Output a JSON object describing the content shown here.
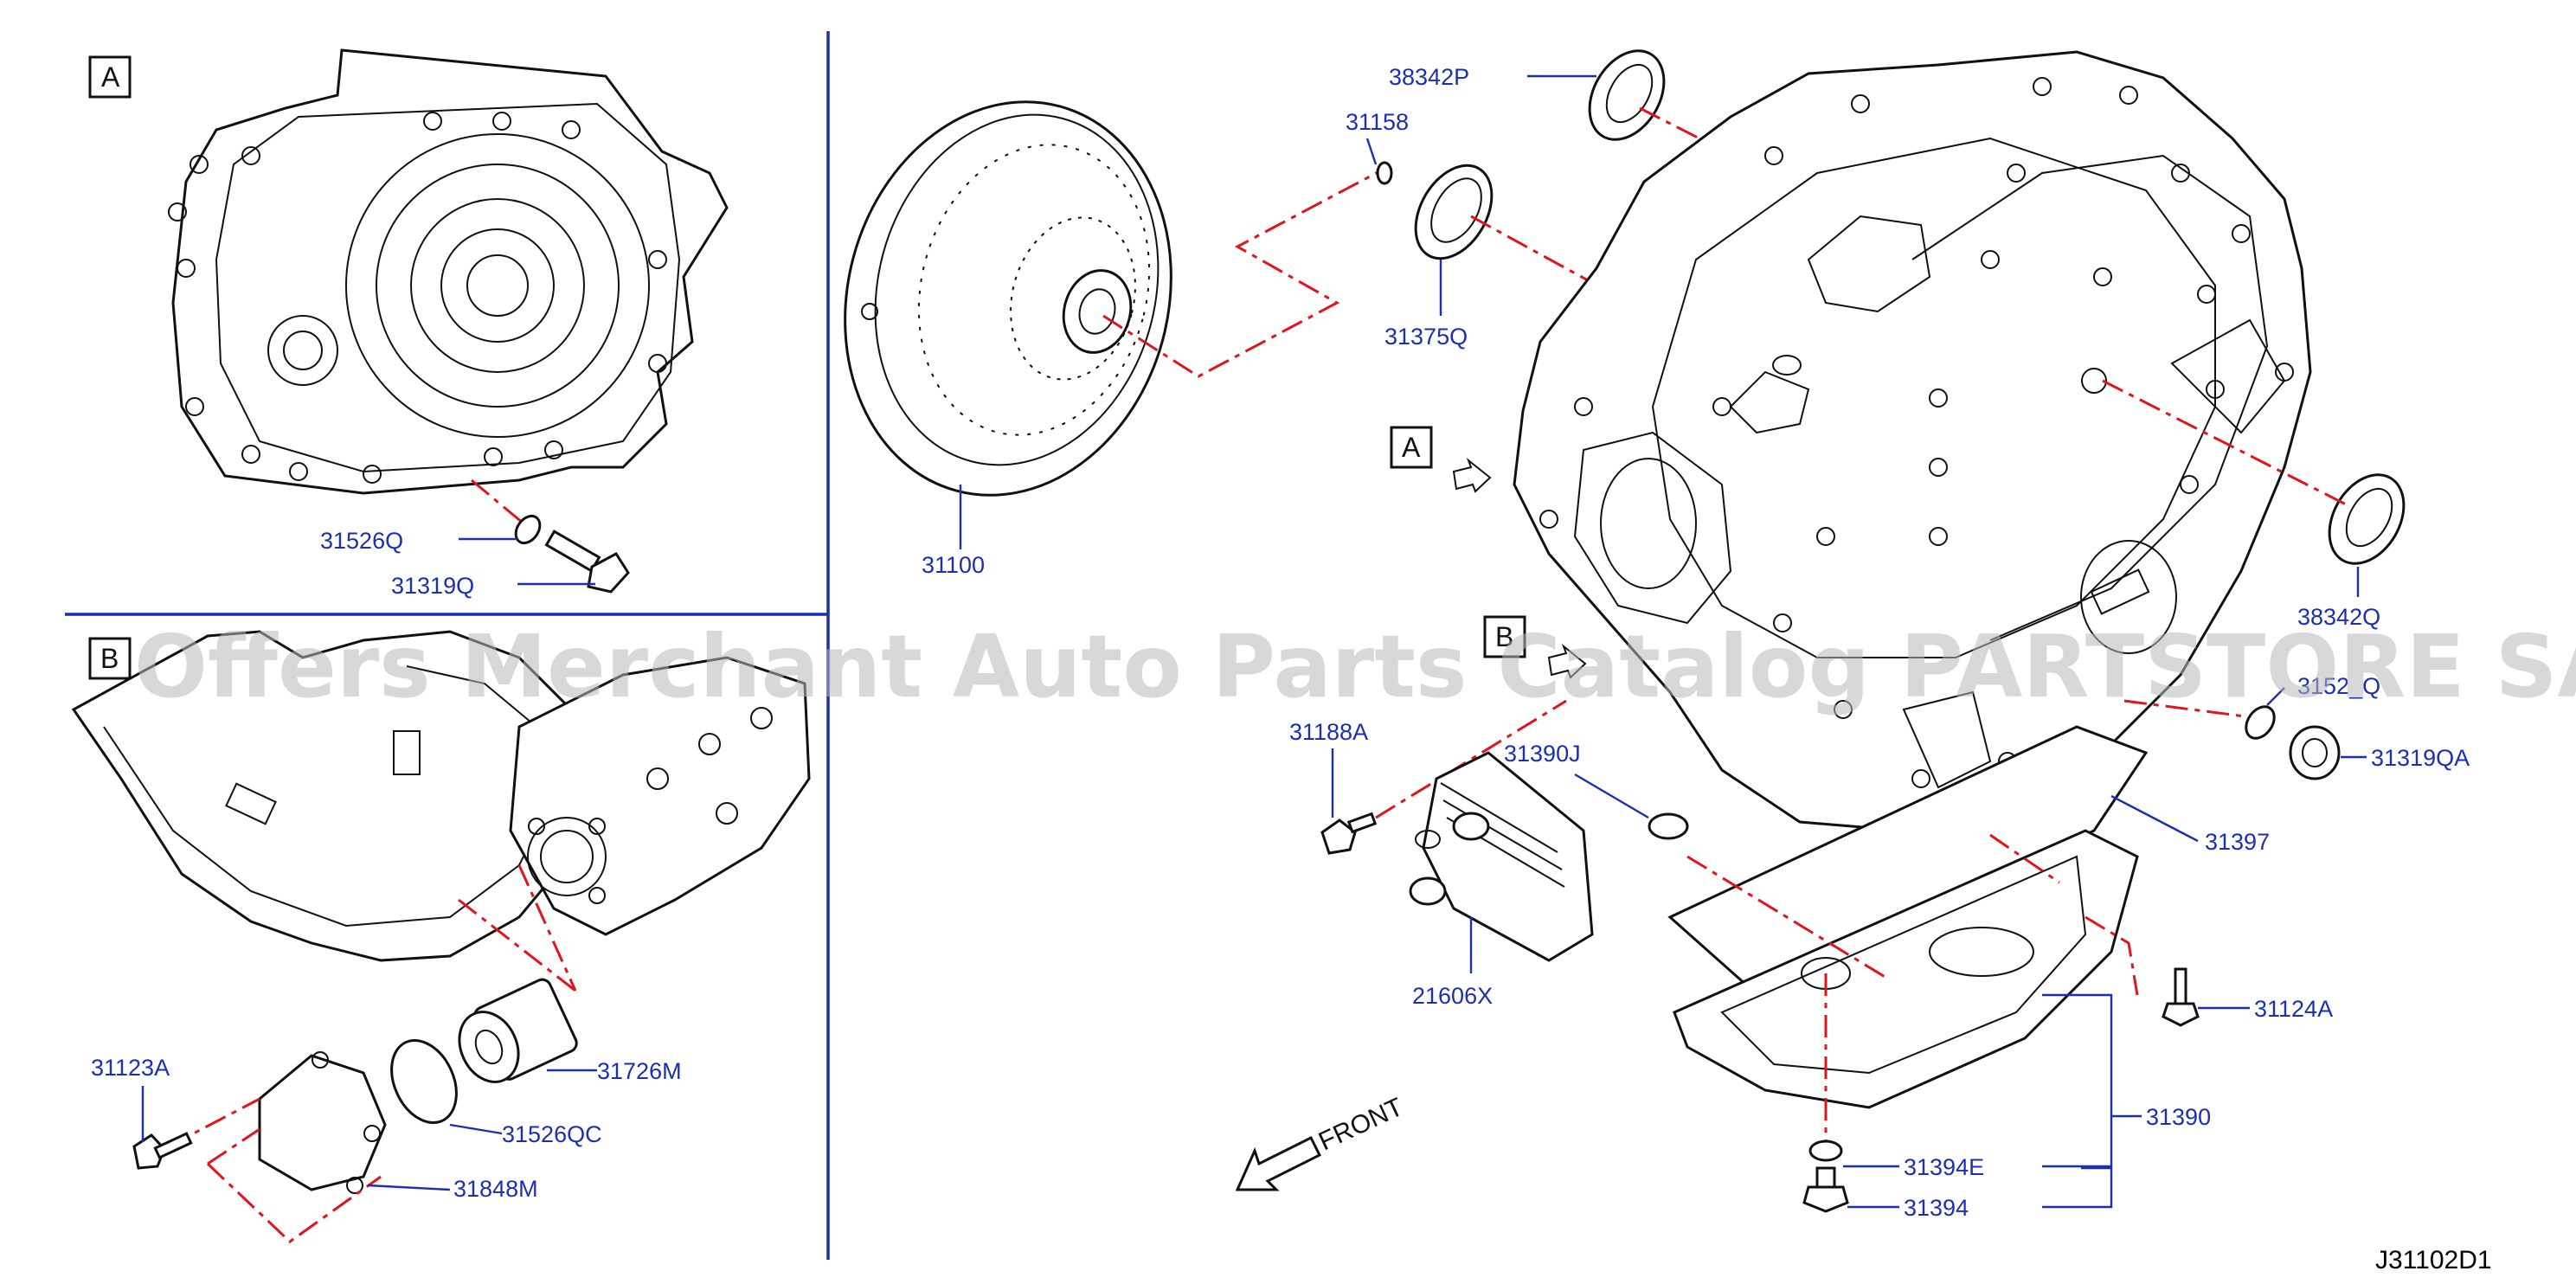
{
  "section_labels": {
    "a": "A",
    "b": "B",
    "a_ref": "A",
    "b_ref": "B"
  },
  "front_label": "FRONT",
  "drawing_code": "J31102D1",
  "watermark": "Offers Merchant Auto Parts Catalog PARTSTORE SA",
  "parts": {
    "p31526Q": "31526Q",
    "p31319Q": "31319Q",
    "p31100": "31100",
    "p38342P": "38342P",
    "p31158": "31158",
    "p31375Q": "31375Q",
    "p38342Q": "38342Q",
    "p31188A": "31188A",
    "p31390J": "31390J",
    "p3152xQ": "3152_Q",
    "p31319QA": "31319QA",
    "p31397": "31397",
    "p21606X": "21606X",
    "p31124A": "31124A",
    "p31390": "31390",
    "p31394E": "31394E",
    "p31394": "31394",
    "p31123A": "31123A",
    "p31726M": "31726M",
    "p31526QC": "31526QC",
    "p31848M": "31848M"
  },
  "colors": {
    "label_blue": "#1b2fb5",
    "leader_red": "#e0151b",
    "line_black": "#111111"
  }
}
